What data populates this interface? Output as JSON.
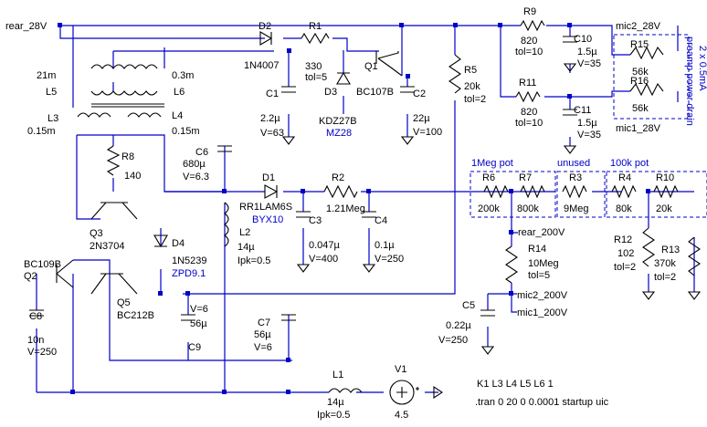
{
  "nets": {
    "rear_28V": "rear_28V",
    "mic2_28V": "mic2_28V",
    "mic1_28V": "mic1_28V",
    "rear_200V": "rear_200V",
    "mic2_200V": "mic2_200V",
    "mic1_200V": "mic1_200V"
  },
  "transformer": {
    "L5_ind": "21m",
    "L5_name": "L5",
    "L6_ind": "0.3m",
    "L6_name": "L6",
    "L3_name": "L3",
    "L3_ind": "0.15m",
    "L4_name": "L4",
    "L4_ind": "0.15m"
  },
  "components": {
    "D2": {
      "name": "D2",
      "value": "1N4007"
    },
    "R1": {
      "name": "R1",
      "value": "330",
      "tol": "tol=5"
    },
    "Q1": {
      "name": "Q1",
      "value": "BC107B"
    },
    "D3": {
      "name": "D3",
      "value": "KDZ27B",
      "alt": "MZ28"
    },
    "C1": {
      "name": "C1",
      "value": "2.2µ",
      "volt": "V=63"
    },
    "C2": {
      "name": "C2",
      "value": "22µ",
      "volt": "V=100"
    },
    "R5": {
      "name": "R5",
      "value": "20k",
      "tol": "tol=2"
    },
    "R9": {
      "name": "R9",
      "value": "820",
      "tol": "tol=10"
    },
    "R11": {
      "name": "R11",
      "value": "820",
      "tol": "tol=10"
    },
    "C10": {
      "name": "C10",
      "value": "1.5µ",
      "volt": "V=35"
    },
    "C11": {
      "name": "C11",
      "value": "1.5µ",
      "volt": "V=35"
    },
    "R15": {
      "name": "R15",
      "value": "56k"
    },
    "R16": {
      "name": "R16",
      "value": "56k"
    },
    "C6": {
      "name": "C6",
      "value": "680µ",
      "volt": "V=6.3"
    },
    "R8": {
      "name": "R8",
      "value": "140"
    },
    "Q3": {
      "name": "Q3",
      "value": "2N3704"
    },
    "D1": {
      "name": "D1",
      "value": "RR1LAM6S",
      "alt": "BYX10"
    },
    "R2": {
      "name": "R2",
      "value": "1.21Meg"
    },
    "C3": {
      "name": "C3",
      "value": "0.047µ",
      "volt": "V=400"
    },
    "C4": {
      "name": "C4",
      "value": "0.1µ",
      "volt": "V=250"
    },
    "R6": {
      "name": "R6",
      "value": "200k"
    },
    "R7": {
      "name": "R7",
      "value": "800k"
    },
    "R3": {
      "name": "R3",
      "value": "9Meg"
    },
    "R4": {
      "name": "R4",
      "value": "80k"
    },
    "R10": {
      "name": "R10",
      "value": "20k"
    },
    "R12": {
      "name": "R12",
      "value": "102",
      "tol": "tol=2"
    },
    "R13": {
      "name": "R13",
      "value": "370k",
      "tol": "tol=2"
    },
    "R14": {
      "name": "R14",
      "value": "10Meg",
      "tol": "tol=5"
    },
    "C5": {
      "name": "C5",
      "value": "0.22µ",
      "volt": "V=250"
    },
    "D4": {
      "name": "D4",
      "value": "1N5239",
      "alt": "ZPD9.1"
    },
    "L2": {
      "name": "L2",
      "value": "14µ",
      "ipk": "Ipk=0.5"
    },
    "Q2": {
      "name": "Q2",
      "value": "BC109B"
    },
    "Q5": {
      "name": "Q5",
      "value": "BC212B"
    },
    "C8": {
      "name": "C8",
      "value": "10n",
      "volt": "V=250"
    },
    "C9": {
      "name": "C9",
      "volt": "V=6",
      "value": "56µ"
    },
    "C7": {
      "name": "C7",
      "value": "56µ",
      "volt": "V=6"
    },
    "L1": {
      "name": "L1",
      "value": "14µ",
      "ipk": "Ipk=0.5"
    },
    "V1": {
      "name": "V1",
      "value": "4.5"
    }
  },
  "annotations": {
    "pot1": "1Meg pot",
    "unused": "unused",
    "pot2": "100k pot",
    "preamp_line1": "preamp power drain",
    "preamp_line2": "2 x 0.5mA"
  },
  "directives": {
    "coupling": "K1 L3 L4 L5 L6 1",
    "tran": ".tran 0 20 0 0.0001 startup uic"
  }
}
